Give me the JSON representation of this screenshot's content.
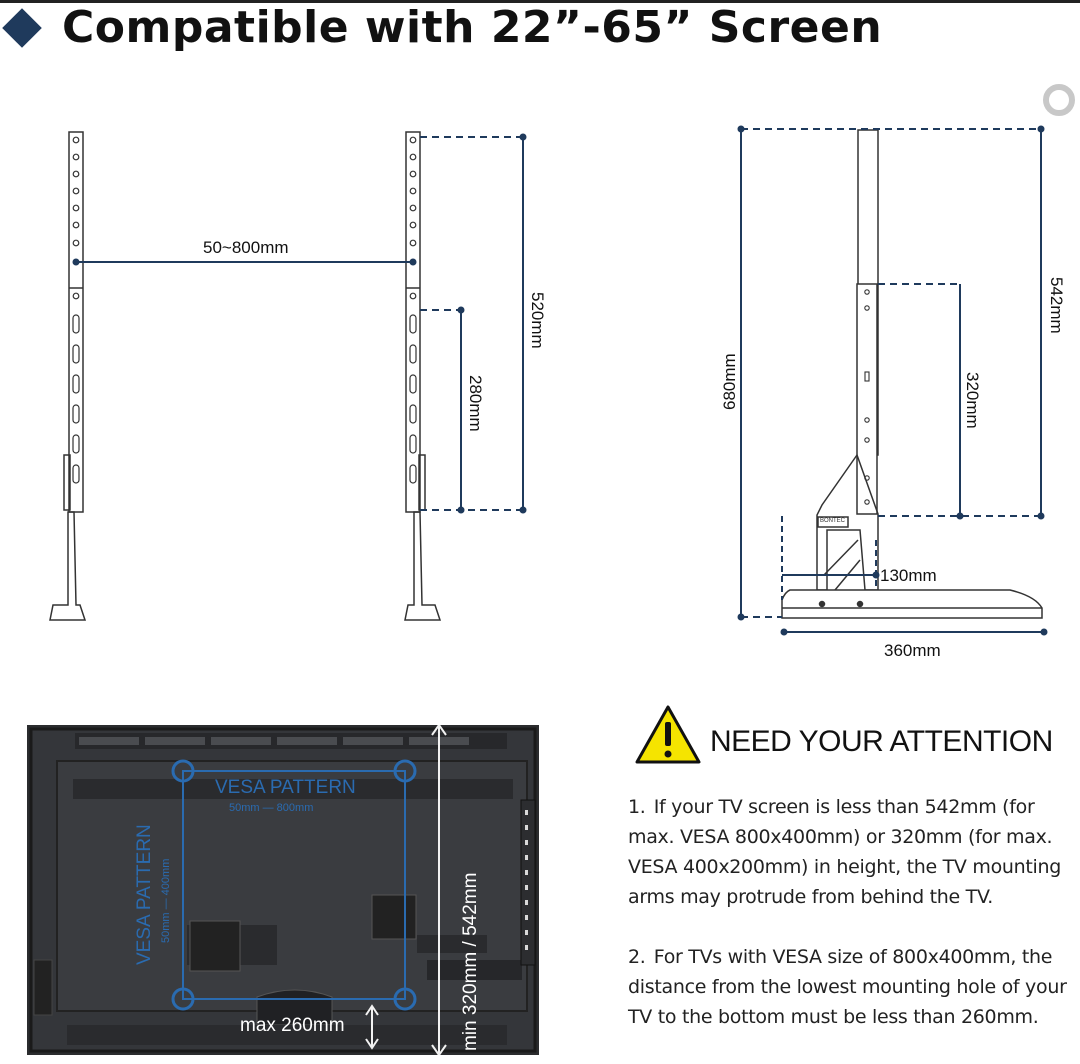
{
  "header": {
    "title": "Compatible with 22”-65” Screen"
  },
  "front_view": {
    "width_label": "50~800mm",
    "height_label_long": "520mm",
    "height_label_short": "280mm"
  },
  "side_view": {
    "total_height_label": "680mm",
    "upper_height_label": "542mm",
    "bracket_height_label": "320mm",
    "depth_label": "130mm",
    "base_width_label": "360mm",
    "brand_mark": "BONTEC"
  },
  "tv_back": {
    "vesa_label_h": "VESA PATTERN",
    "vesa_range_h": "50mm — 800mm",
    "vesa_label_v": "VESA PATTERN",
    "vesa_range_v": "50mm — 400mm",
    "height_label": "min 320mm / 542mm",
    "max_label": "max 260mm"
  },
  "attention": {
    "heading": "NEED YOUR ATTENTION",
    "icon": "warning-triangle-icon",
    "note1_num": "1.",
    "note1_text": "If your TV screen is less than 542mm (for max. VESA 800x400mm) or 320mm (for max. VESA 400x200mm) in height, the TV mounting arms may protrude from behind the TV.",
    "note2_num": "2.",
    "note2_text": "For TVs with VESA size of 800x400mm, the distance from the lowest mounting hole of your TV to the bottom must be less than 260mm."
  },
  "colors": {
    "dimension": "#1f3a5c",
    "vesa_blue": "#2a6bb0",
    "warning_yellow": "#f5e400"
  }
}
